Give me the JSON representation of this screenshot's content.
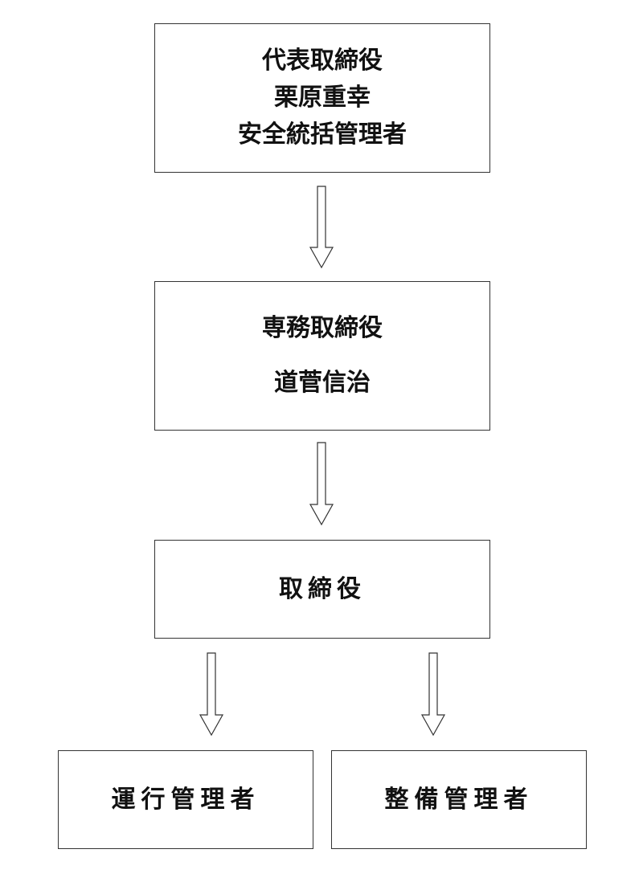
{
  "org_chart": {
    "president": {
      "title": "代表取締役",
      "name": "栗原重幸",
      "role": "安全統括管理者"
    },
    "managing_director": {
      "title": "専務取締役",
      "name": "道菅信治"
    },
    "director": {
      "title": "取締役"
    },
    "operations_manager": {
      "title": "運行管理者"
    },
    "maintenance_manager": {
      "title": "整備管理者"
    }
  }
}
